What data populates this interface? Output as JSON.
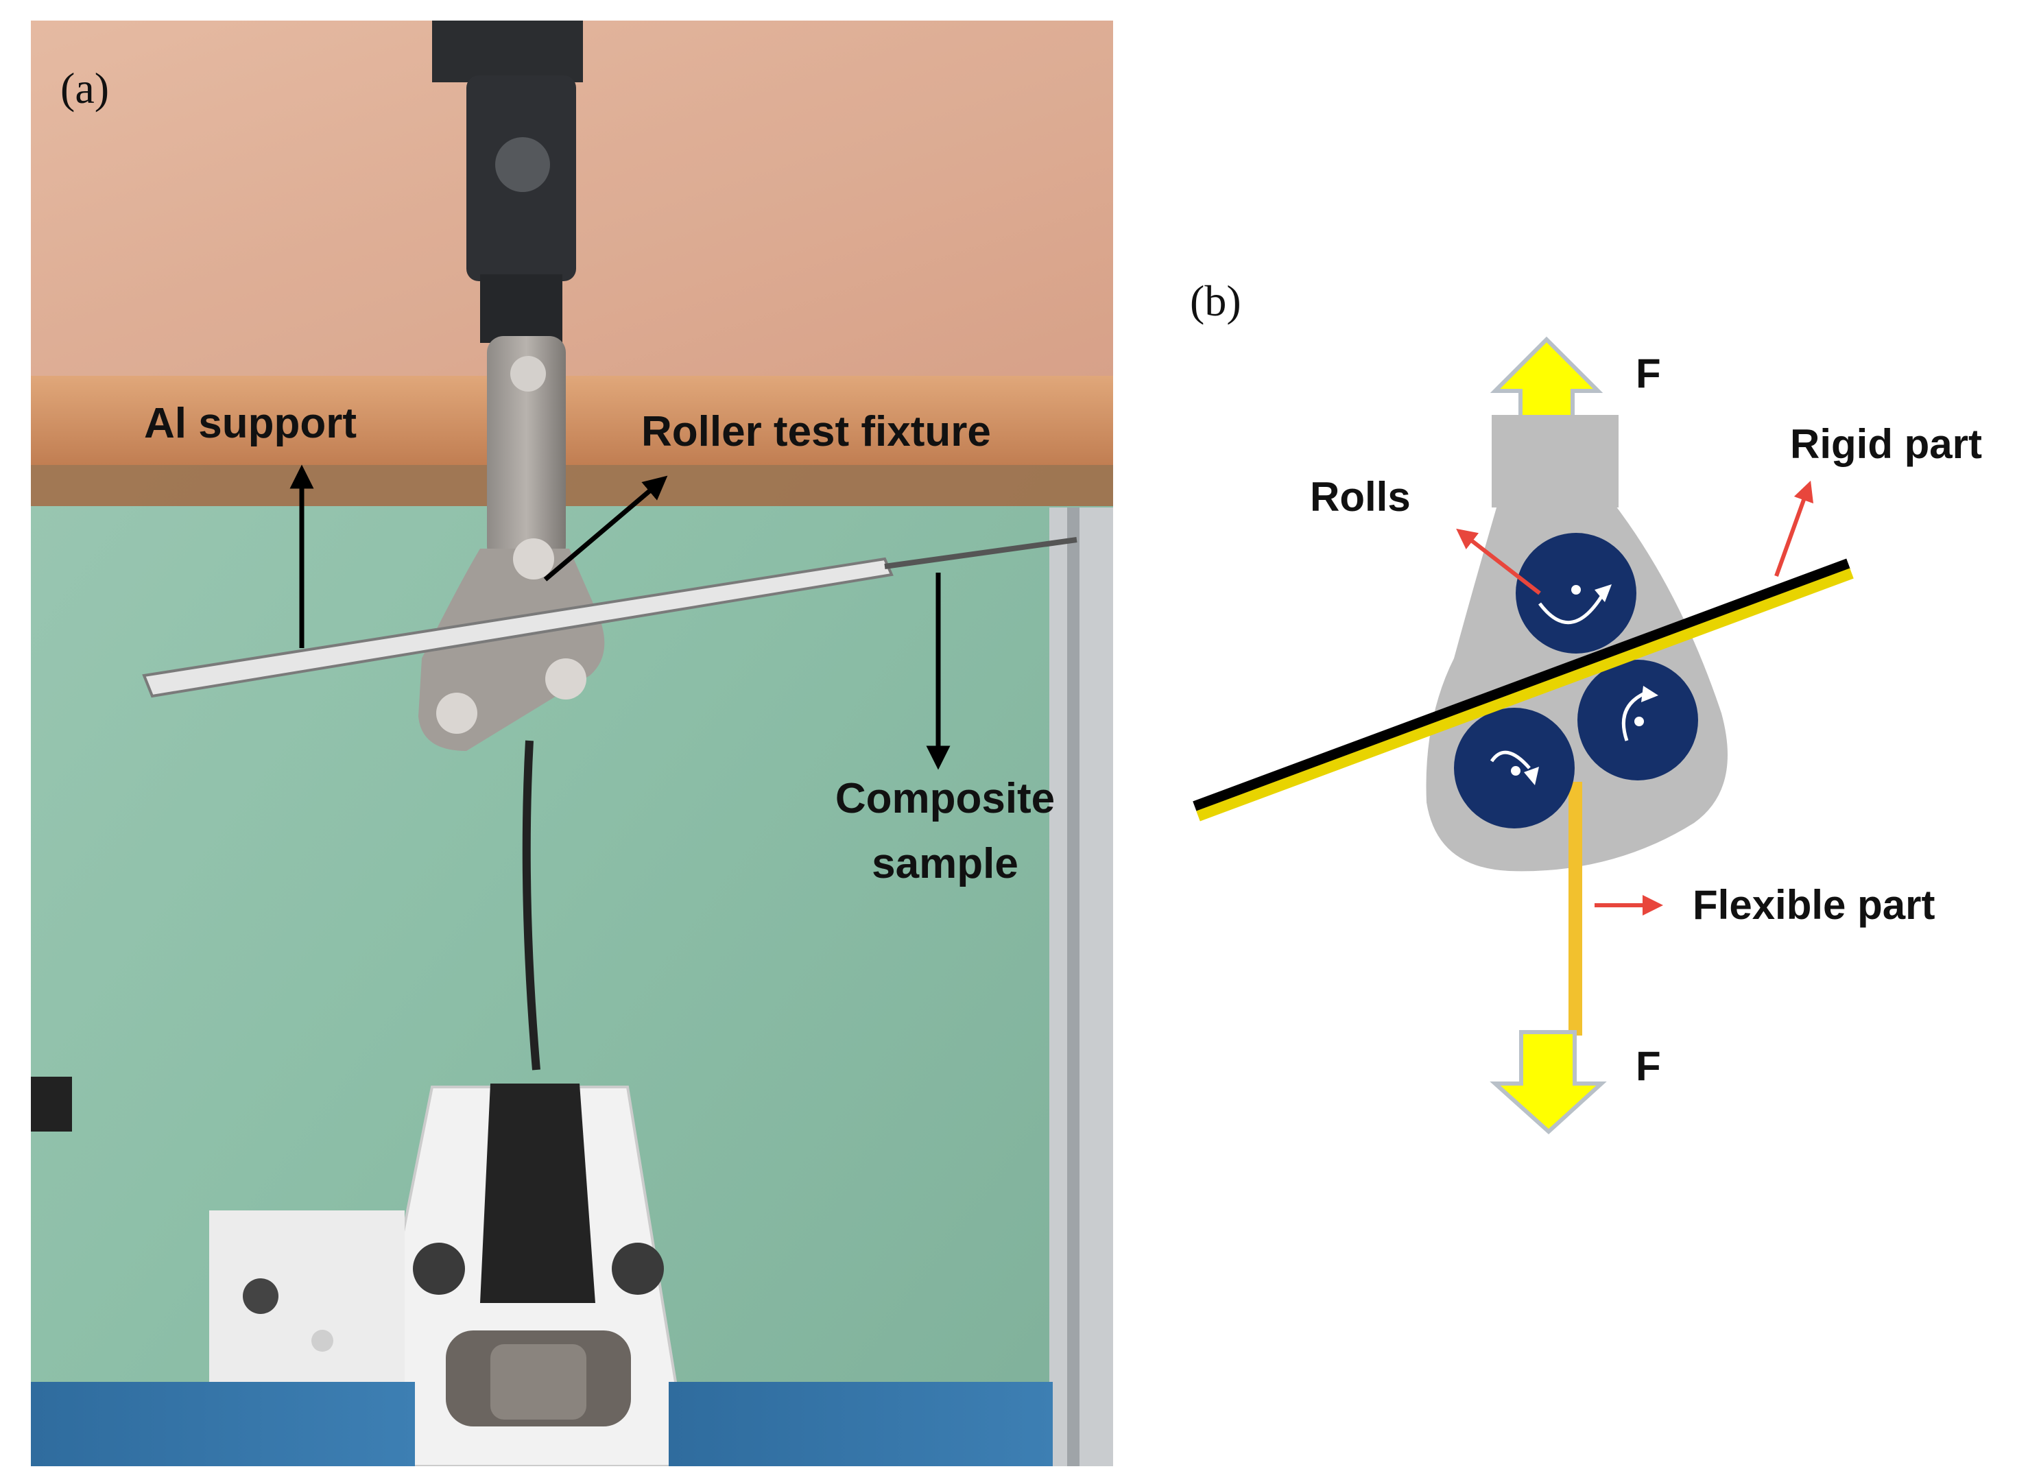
{
  "panel_a": {
    "label": "(a)",
    "callouts": {
      "al_support": "Al support",
      "roller_fixture": "Roller test fixture",
      "composite_line1": "Composite",
      "composite_line2": "sample"
    }
  },
  "panel_b": {
    "label": "(b)",
    "force_top": "F",
    "force_bottom": "F",
    "rolls": "Rolls",
    "rigid_part": "Rigid part",
    "flexible_part": "Flexible part"
  },
  "colors": {
    "roll_fill": "#15306a",
    "rigid_yellow": "#e8d400",
    "flexible_gold": "#f2c12e",
    "arrow_yellow": "#ffff00",
    "callout_red": "#e8463c",
    "fixture_grey": "#bdbdbd"
  }
}
